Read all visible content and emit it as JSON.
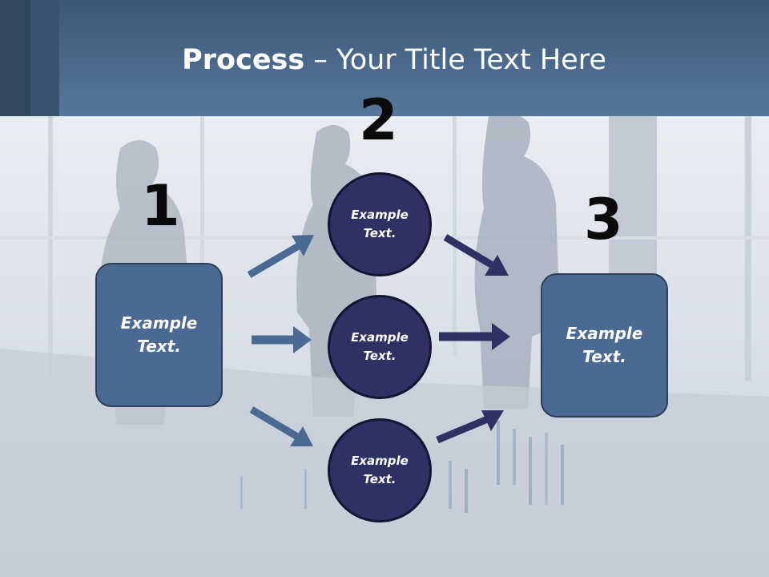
{
  "title": {
    "bold": "Process",
    "rest": " – Your Title Text Here"
  },
  "steps": {
    "one": "1",
    "two": "2",
    "three": "3"
  },
  "left_box": {
    "text": "Example Text."
  },
  "circles": [
    {
      "text": "Example Text."
    },
    {
      "text": "Example Text."
    },
    {
      "text": "Example Text."
    }
  ],
  "right_box": {
    "text": "Example Text."
  },
  "colors": {
    "header": "#4b6a90",
    "box_fill": "#4a6a93",
    "circle_fill": "#2f3064",
    "arrow_light": "#4a6a93",
    "arrow_dark": "#2f3064"
  }
}
